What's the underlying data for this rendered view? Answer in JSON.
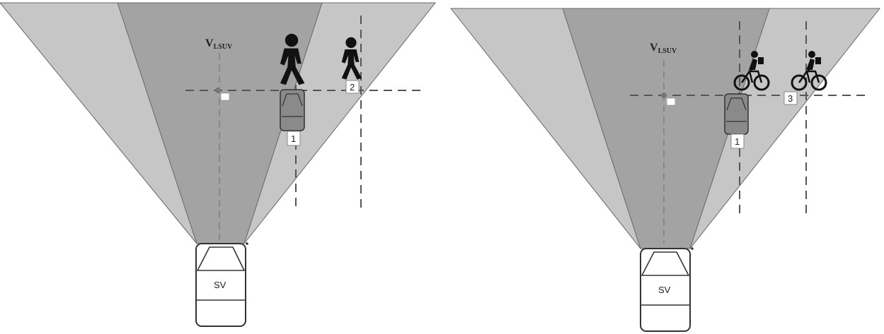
{
  "left_panel": {
    "velocity_label_main": "V",
    "velocity_label_sub": "LSUV",
    "subject_vehicle_label": "SV",
    "marker_1": "1",
    "marker_2": "2",
    "actors": [
      "pedestrian",
      "pedestrian"
    ]
  },
  "right_panel": {
    "velocity_label_main": "V",
    "velocity_label_sub": "LSUV",
    "subject_vehicle_label": "SV",
    "marker_1": "1",
    "marker_3": "3",
    "actors": [
      "cyclist",
      "cyclist"
    ]
  },
  "colors": {
    "outer_fov": "#c8c8c8",
    "inner_fov": "#a3a3a3",
    "vehicle_body": "#8a8a8a",
    "figure": "#111111",
    "dash_line": "#555555"
  },
  "icons": [
    "pedestrian-icon",
    "cyclist-icon",
    "car-icon",
    "vehicle-icon"
  ]
}
